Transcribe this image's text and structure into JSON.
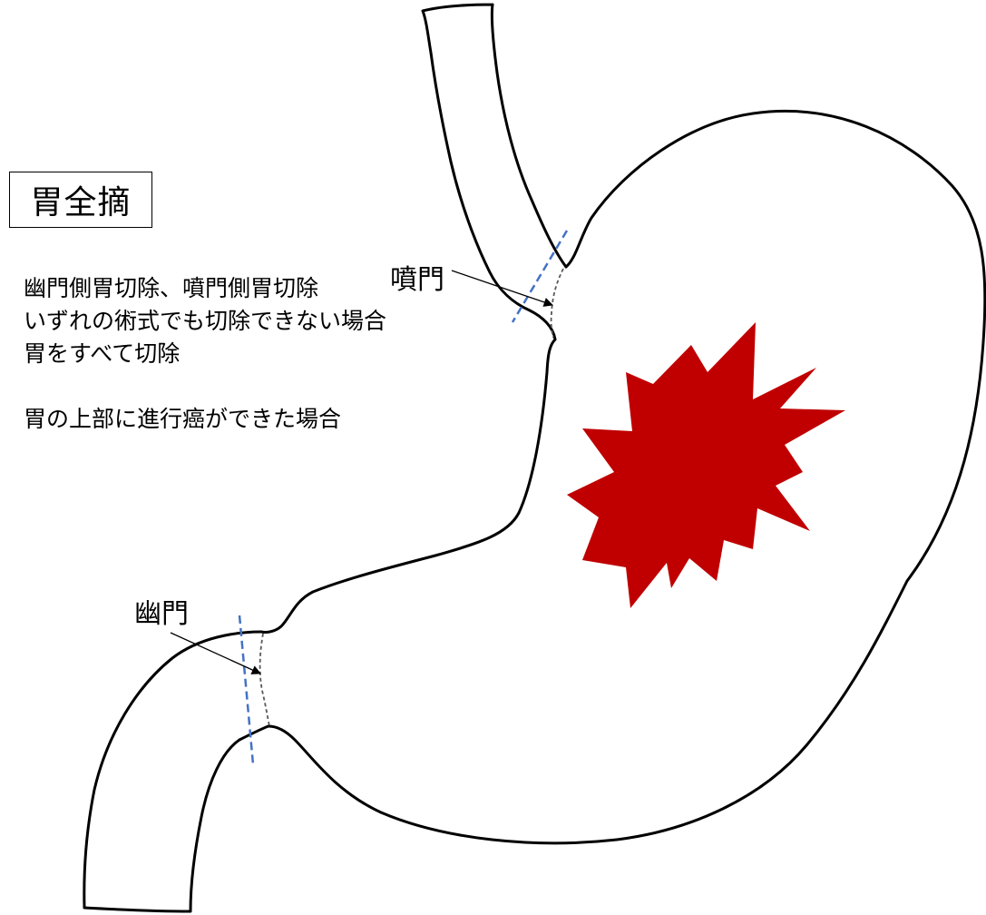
{
  "title": "胃全摘",
  "description": {
    "lines": [
      "幽門側胃切除、噴門側胃切除",
      "いずれの術式でも切除できない場合",
      "胃をすべて切除"
    ],
    "condition": "胃の上部に進行癌ができた場合"
  },
  "labels": {
    "cardia": "噴門",
    "pylorus": "幽門"
  },
  "colors": {
    "outline": "#000000",
    "tumor": "#C00000",
    "cut_line": "#4472C4",
    "junction_dash": "#595959"
  }
}
